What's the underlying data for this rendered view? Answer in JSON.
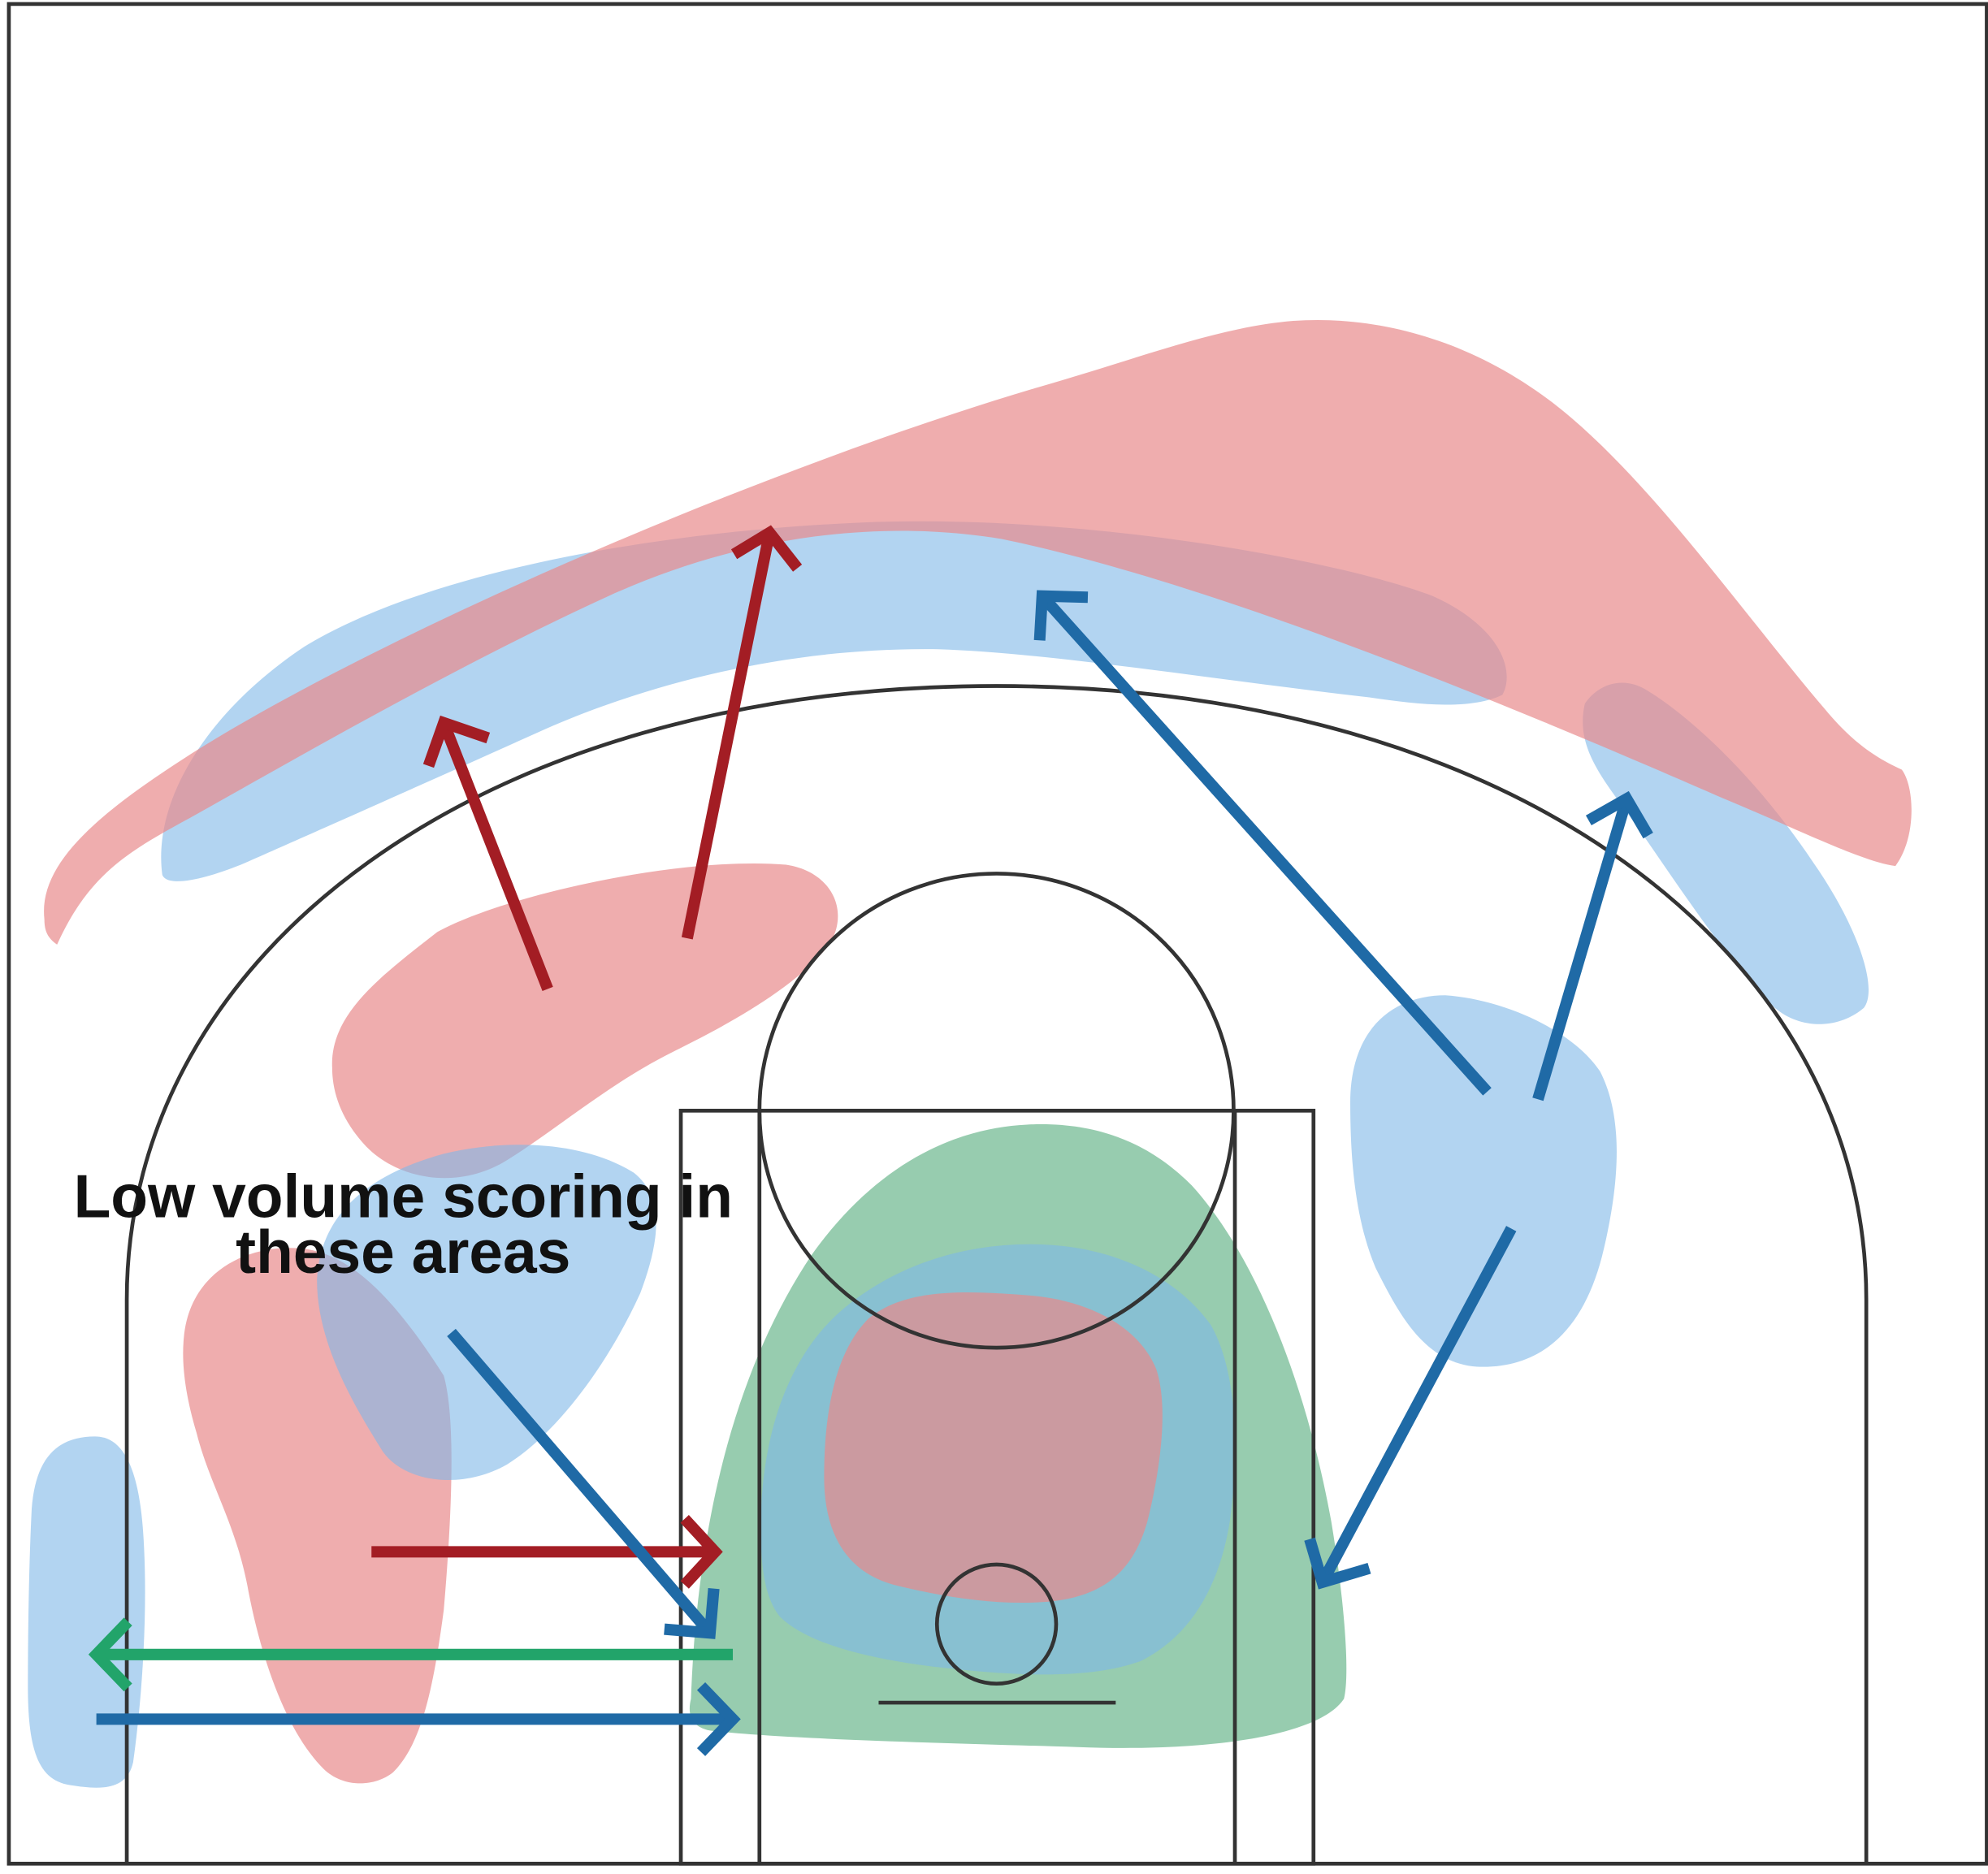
{
  "annotation": {
    "line1": "Low volume scoring in",
    "line2": "these areas"
  },
  "colors": {
    "red_zone": "#e88a8c",
    "blue_zone": "#7fb8e8",
    "green_zone": "#2f9a60",
    "red_arrow": "#a31d24",
    "blue_arrow": "#1f6aa6",
    "green_arrow": "#22a46a",
    "court_lines": "#333333"
  },
  "legend_semantics": {
    "red": "red-player-movement",
    "blue": "blue-player-movement",
    "green": "green-player-movement"
  }
}
